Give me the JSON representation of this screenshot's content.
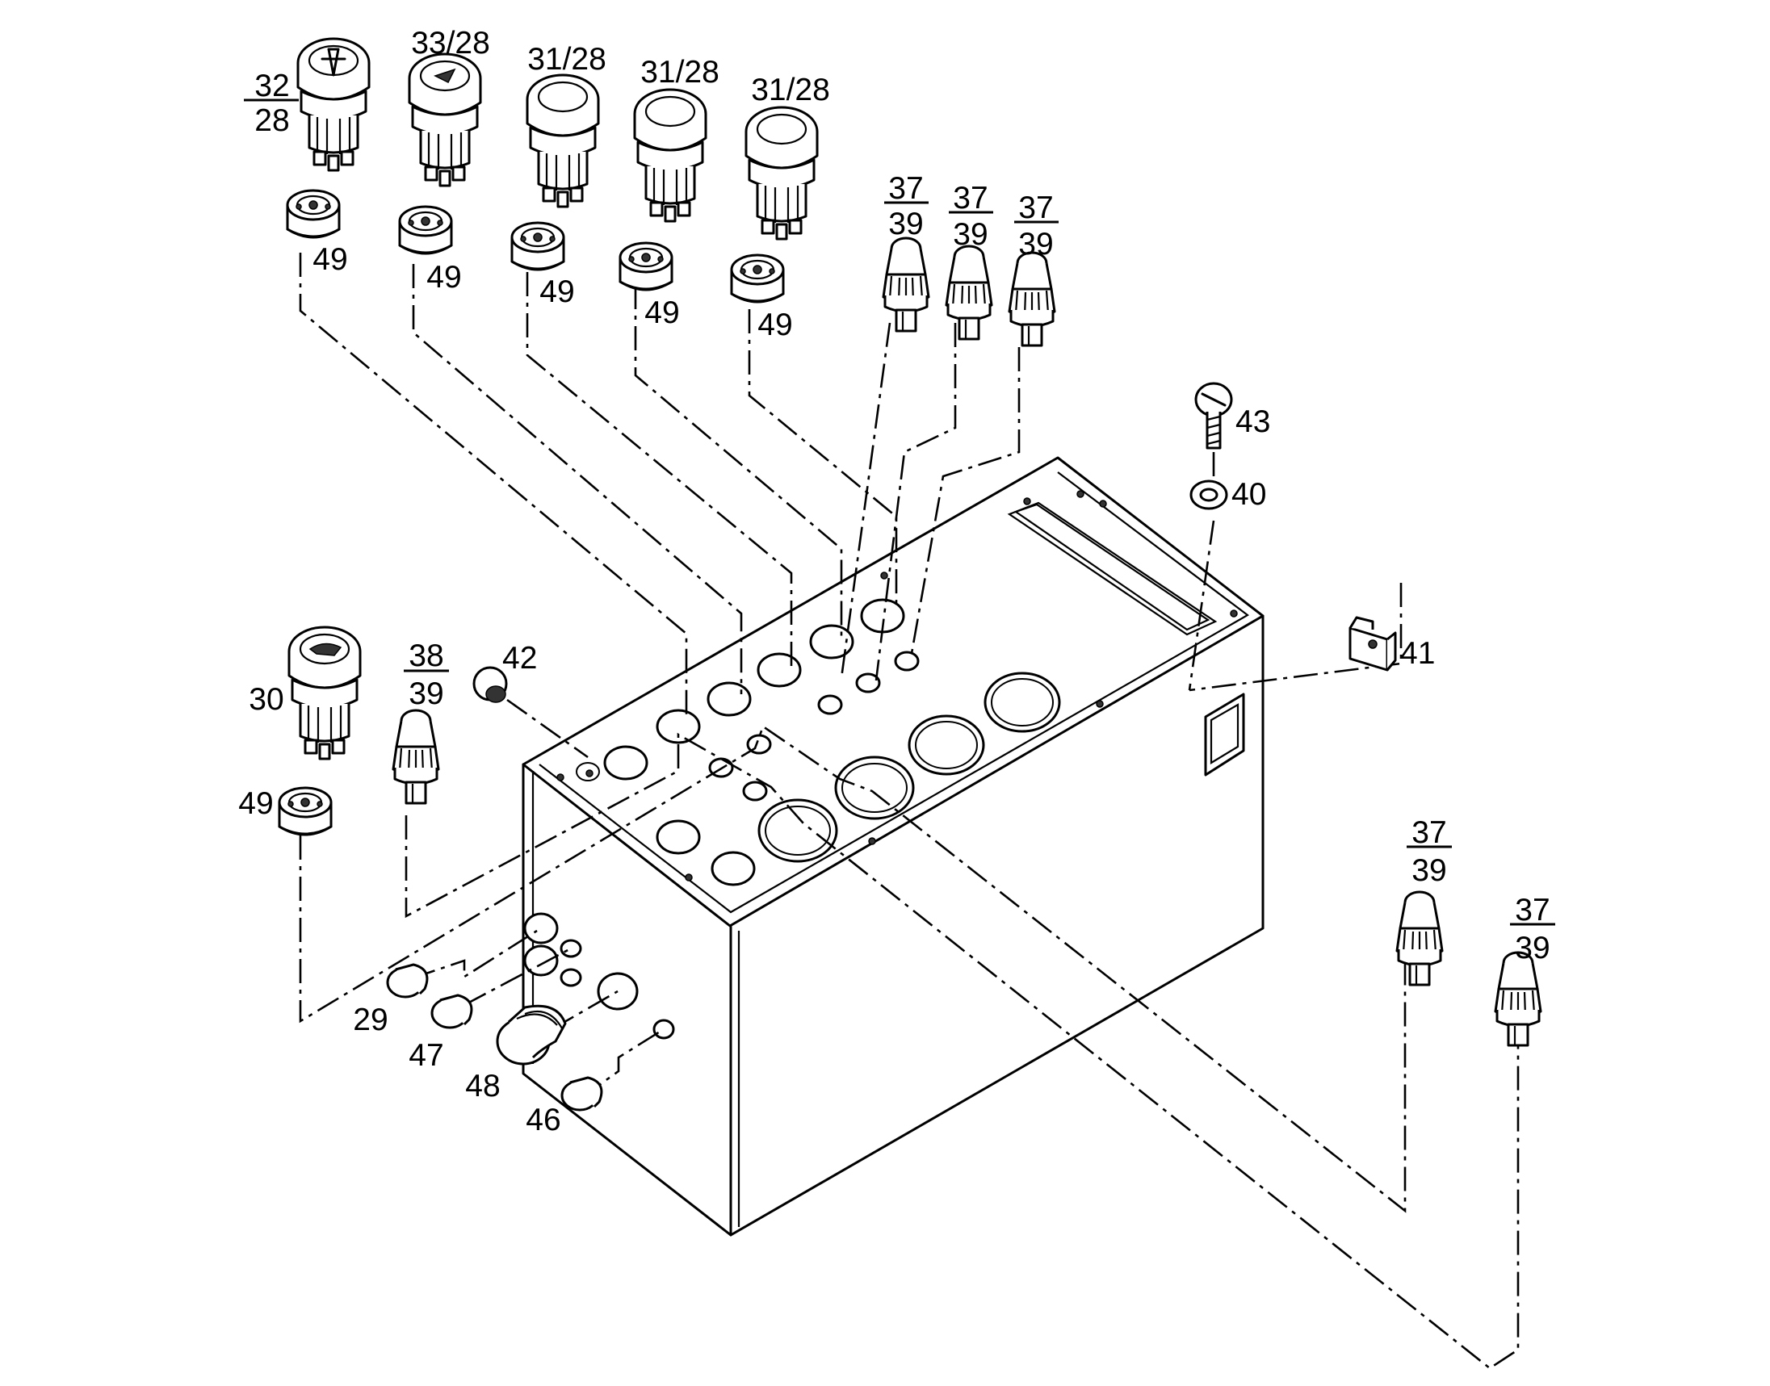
{
  "labels": {
    "b32": {
      "num": "32",
      "den": "28"
    },
    "b33": "33/28",
    "b31a": "31/28",
    "b31b": "31/28",
    "b31c": "31/28",
    "h1": "49",
    "h2": "49",
    "h3": "49",
    "h4": "49",
    "h5": "49",
    "h6": "49",
    "f1": {
      "num": "37",
      "den": "39"
    },
    "f2": {
      "num": "37",
      "den": "39"
    },
    "f3": {
      "num": "37",
      "den": "39"
    },
    "f4": {
      "num": "37",
      "den": "39"
    },
    "f5": {
      "num": "37",
      "den": "39"
    },
    "f6": {
      "num": "38",
      "den": "39"
    },
    "screw": "43",
    "washer": "40",
    "clip": "41",
    "grommet": "42",
    "b30": "30",
    "cap29": "29",
    "cap47": "47",
    "plug48": "48",
    "cap46": "46"
  },
  "icons": [
    "push-button",
    "lamp-holder",
    "fuse-holder",
    "screw",
    "washer",
    "clip",
    "cap",
    "grommet",
    "housing-box"
  ]
}
